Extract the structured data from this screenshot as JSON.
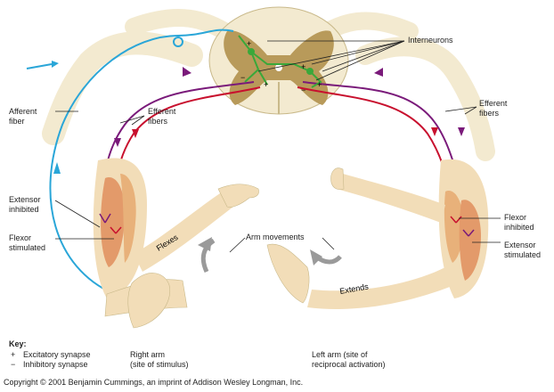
{
  "labels": {
    "interneurons": "Interneurons",
    "efferent_fibers_right": [
      "Efferent",
      "fibers"
    ],
    "efferent_fibers_left": [
      "Efferent",
      "fibers"
    ],
    "afferent_fiber": [
      "Afferent",
      "fiber"
    ],
    "extensor_inhibited": [
      "Extensor",
      "inhibited"
    ],
    "flexor_stimulated": [
      "Flexor",
      "stimulated"
    ],
    "flexor_inhibited": [
      "Flexor",
      "inhibited"
    ],
    "extensor_stimulated": [
      "Extensor",
      "stimulated"
    ],
    "arm_movements": "Arm movements",
    "flexes": "Flexes",
    "extends": "Extends",
    "plus": "+",
    "minus": "−"
  },
  "key": {
    "title": "Key:",
    "excitatory_symbol": "+",
    "excitatory": "Excitatory synapse",
    "inhibitory_symbol": "−",
    "inhibitory": "Inhibitory synapse",
    "right_arm": [
      "Right arm",
      "(site of stimulus)"
    ],
    "left_arm": [
      "Left arm (site of",
      "reciprocal activation)"
    ]
  },
  "copyright": "Copyright © 2001 Benjamin Cummings, an imprint of Addison Wesley Longman, Inc.",
  "colors": {
    "afferent": "#2aa6d8",
    "efferent_red": "#c8102e",
    "efferent_purple": "#7a1a7a",
    "interneuron": "#3aa83a",
    "cord_white": "#f3ead0",
    "cord_grey": "#b89a5a",
    "skin": "#f2ddb8",
    "muscle": "#e39a6a",
    "arrow_grey": "#9a9a9a"
  }
}
